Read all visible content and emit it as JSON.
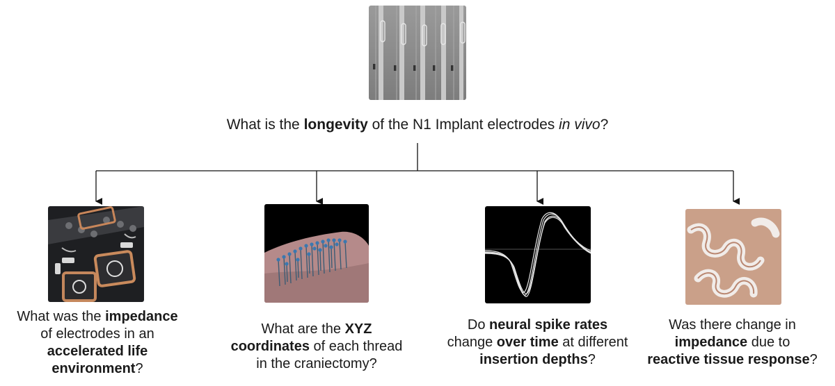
{
  "root": {
    "question": {
      "p1": "What is the ",
      "b1": "longevity",
      "p2": " of the N1 Implant electrodes ",
      "i1": "in vivo",
      "p3": "?"
    }
  },
  "branches": [
    {
      "question": {
        "l1a": "What was the ",
        "l1b": "impedance",
        "l2": "of electrodes in an",
        "l3": "accelerated life",
        "l4a": "environment",
        "l4b": "?"
      }
    },
    {
      "question": {
        "l1a": "What are the ",
        "l1b": "XYZ",
        "l2a": "coordinates",
        "l2b": " of each thread",
        "l3": "in the craniectomy?"
      }
    },
    {
      "question": {
        "l1a": "Do ",
        "l1b": "neural spike rates",
        "l2a": "change ",
        "l2b": "over time",
        "l2c": " at different",
        "l3a": "insertion depths",
        "l3b": "?"
      }
    },
    {
      "question": {
        "l1": "Was there change in",
        "l2a": "impedance",
        "l2b": " due to",
        "l3a": "reactive tissue response",
        "l3b": "?"
      }
    }
  ]
}
